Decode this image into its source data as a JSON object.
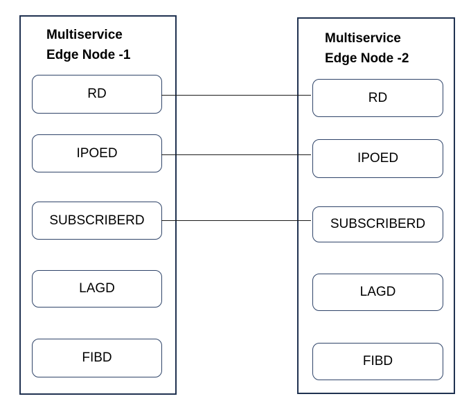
{
  "diagram": {
    "nodes": [
      {
        "title_line1": "Multiservice",
        "title_line2": "Edge Node -1",
        "processes": [
          "RD",
          "IPOED",
          "SUBSCRIBERD",
          "LAGD",
          "FIBD"
        ]
      },
      {
        "title_line1": "Multiservice",
        "title_line2": "Edge Node -2",
        "processes": [
          "RD",
          "IPOED",
          "SUBSCRIBERD",
          "LAGD",
          "FIBD"
        ]
      }
    ],
    "connections": [
      {
        "from": "Node-1 RD",
        "to": "Node-2 RD"
      },
      {
        "from": "Node-1 IPOED",
        "to": "Node-2 IPOED"
      },
      {
        "from": "Node-1 SUBSCRIBERD",
        "to": "Node-2 SUBSCRIBERD"
      }
    ],
    "colors": {
      "background": "#ffffff",
      "node_border": "#1f3150",
      "process_box_border": "#2e4368",
      "connector_line": "#1a1a1a",
      "text": "#000000"
    }
  }
}
